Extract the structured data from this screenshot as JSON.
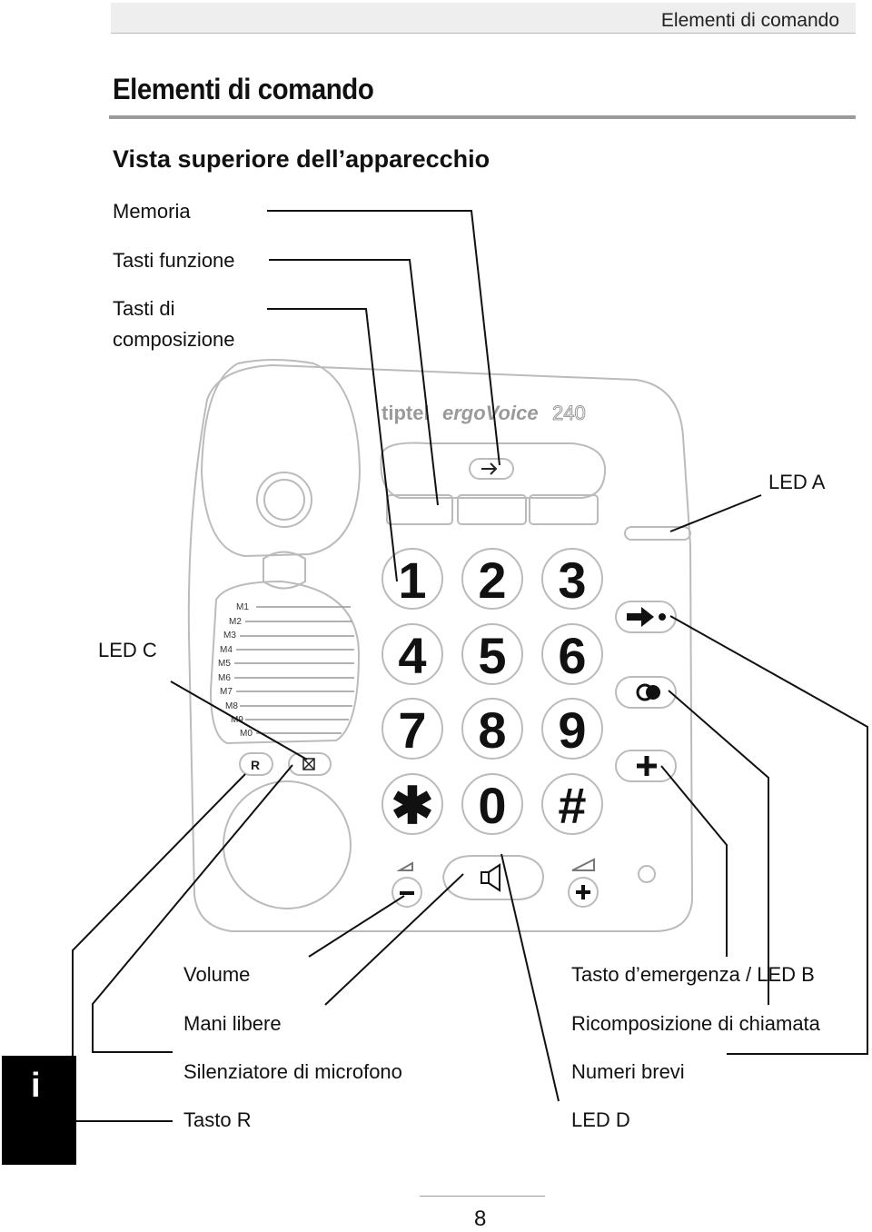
{
  "header": {
    "running_title": "Elementi di comando"
  },
  "page_title": "Elementi di comando",
  "section_title": "Vista superiore dell’apparecchio",
  "labels": {
    "memoria": "Memoria",
    "tasti_funzione": "Tasti funzione",
    "tasti_di": "Tasti di",
    "composizione": "composizione",
    "led_a": "LED A",
    "led_c": "LED C",
    "volume": "Volume",
    "mani_libere": "Mani libere",
    "silenziatore": "Silenziatore di microfono",
    "tasto_r": "Tasto R",
    "tasto_emergenza": "Tasto d’emergenza / LED B",
    "ricomposizione": "Ricomposizione di chiamata",
    "numeri_brevi": "Numeri brevi",
    "led_d": "LED D"
  },
  "phone": {
    "brand": "tiptel",
    "model": "ergoVoice",
    "model_number": "240",
    "keys": [
      "1",
      "2",
      "3",
      "4",
      "5",
      "6",
      "7",
      "8",
      "9",
      "✱",
      "0",
      "#"
    ],
    "memory_slots": [
      "M1",
      "M2",
      "M3",
      "M4",
      "M5",
      "M6",
      "M7",
      "M8",
      "M9",
      "M0"
    ],
    "r_key": "R",
    "mute_icon": "mute-icon",
    "plus_icon": "plus-icon"
  },
  "side_tab": "i",
  "page_number": "8"
}
